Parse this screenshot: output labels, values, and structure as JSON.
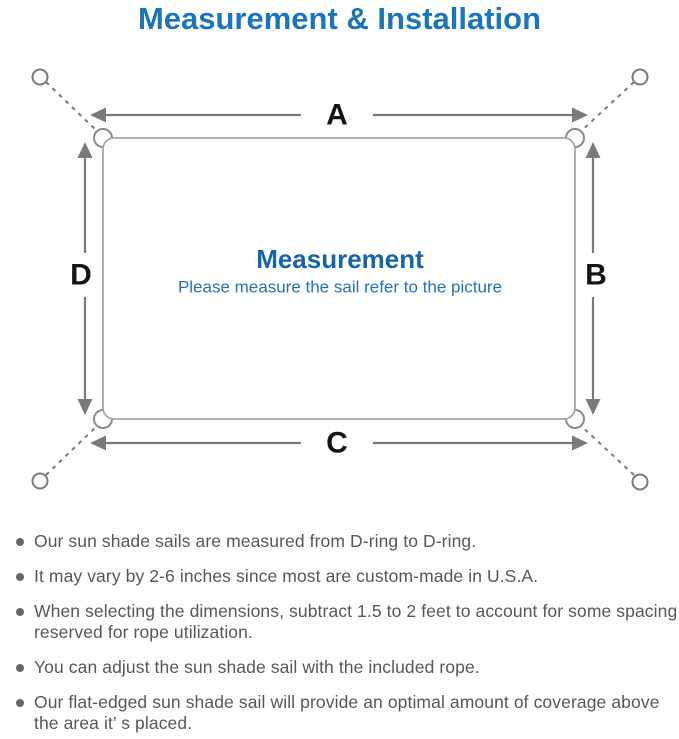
{
  "header": {
    "title": "Measurement & Installation"
  },
  "diagram": {
    "labels": {
      "top": "A",
      "right": "B",
      "bottom": "C",
      "left": "D"
    },
    "center": {
      "title": "Measurement",
      "subtitle": "Please measure the sail refer to the picture"
    },
    "colors": {
      "title_blue": "#1b75bb",
      "center_title_blue": "#1565ab",
      "center_subtitle_blue": "#2273b8",
      "arrow_gray": "#7a7a7a",
      "sail_border_gray": "#a6a6a6",
      "note_text_gray": "#575757",
      "dim_label_black": "#141414"
    }
  },
  "notes": [
    "Our sun shade sails are measured from D-ring to D-ring.",
    "It may vary by 2-6 inches since most are custom-made in U.S.A.",
    "When selecting the dimensions, subtract 1.5 to 2 feet to account for some spacing\nreserved for rope utilization.",
    "You can adjust the sun shade sail with the included rope.",
    "Our flat-edged sun shade sail will provide an optimal amount of coverage above\nthe area it’ s placed."
  ]
}
